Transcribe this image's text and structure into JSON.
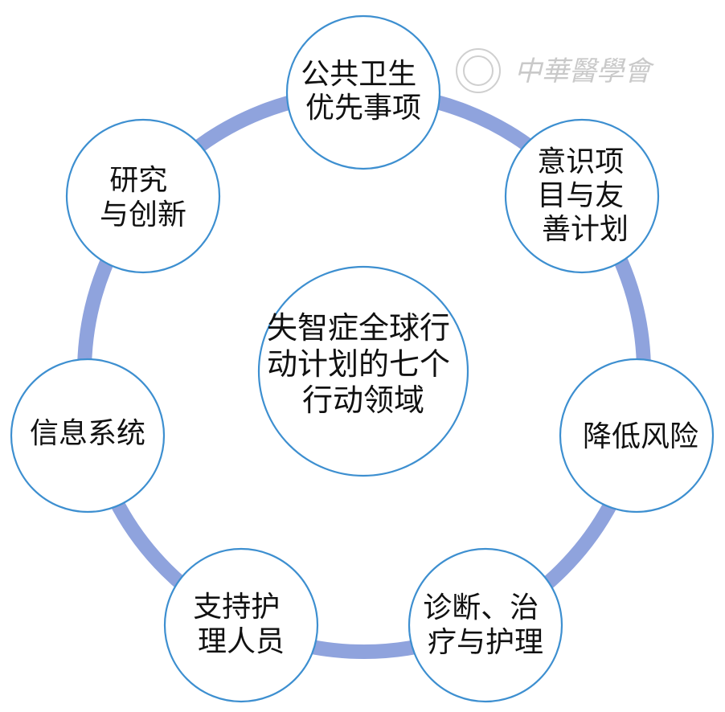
{
  "watermark": {
    "text": "中華醫學會"
  },
  "center": {
    "lines": [
      "失智症全球行",
      "动计划的七个",
      "行动领域"
    ]
  },
  "nodes": [
    {
      "id": "public-health",
      "lines": [
        "公共卫生",
        "优先事项"
      ]
    },
    {
      "id": "awareness",
      "lines": [
        "意识项",
        "目与友",
        "善计划"
      ]
    },
    {
      "id": "risk-reduction",
      "lines": [
        "降低风险"
      ]
    },
    {
      "id": "diagnosis-care",
      "lines": [
        "诊断、治",
        "疗与护理"
      ]
    },
    {
      "id": "carer-support",
      "lines": [
        "支持护",
        "理人员"
      ]
    },
    {
      "id": "info-systems",
      "lines": [
        "信息系统"
      ]
    },
    {
      "id": "research",
      "lines": [
        "研究",
        "与创新"
      ]
    }
  ],
  "colors": {
    "ring": "#8fa3dd",
    "circle_border": "#3d8fd0",
    "text": "#111111",
    "watermark": "#c9c9c9"
  }
}
